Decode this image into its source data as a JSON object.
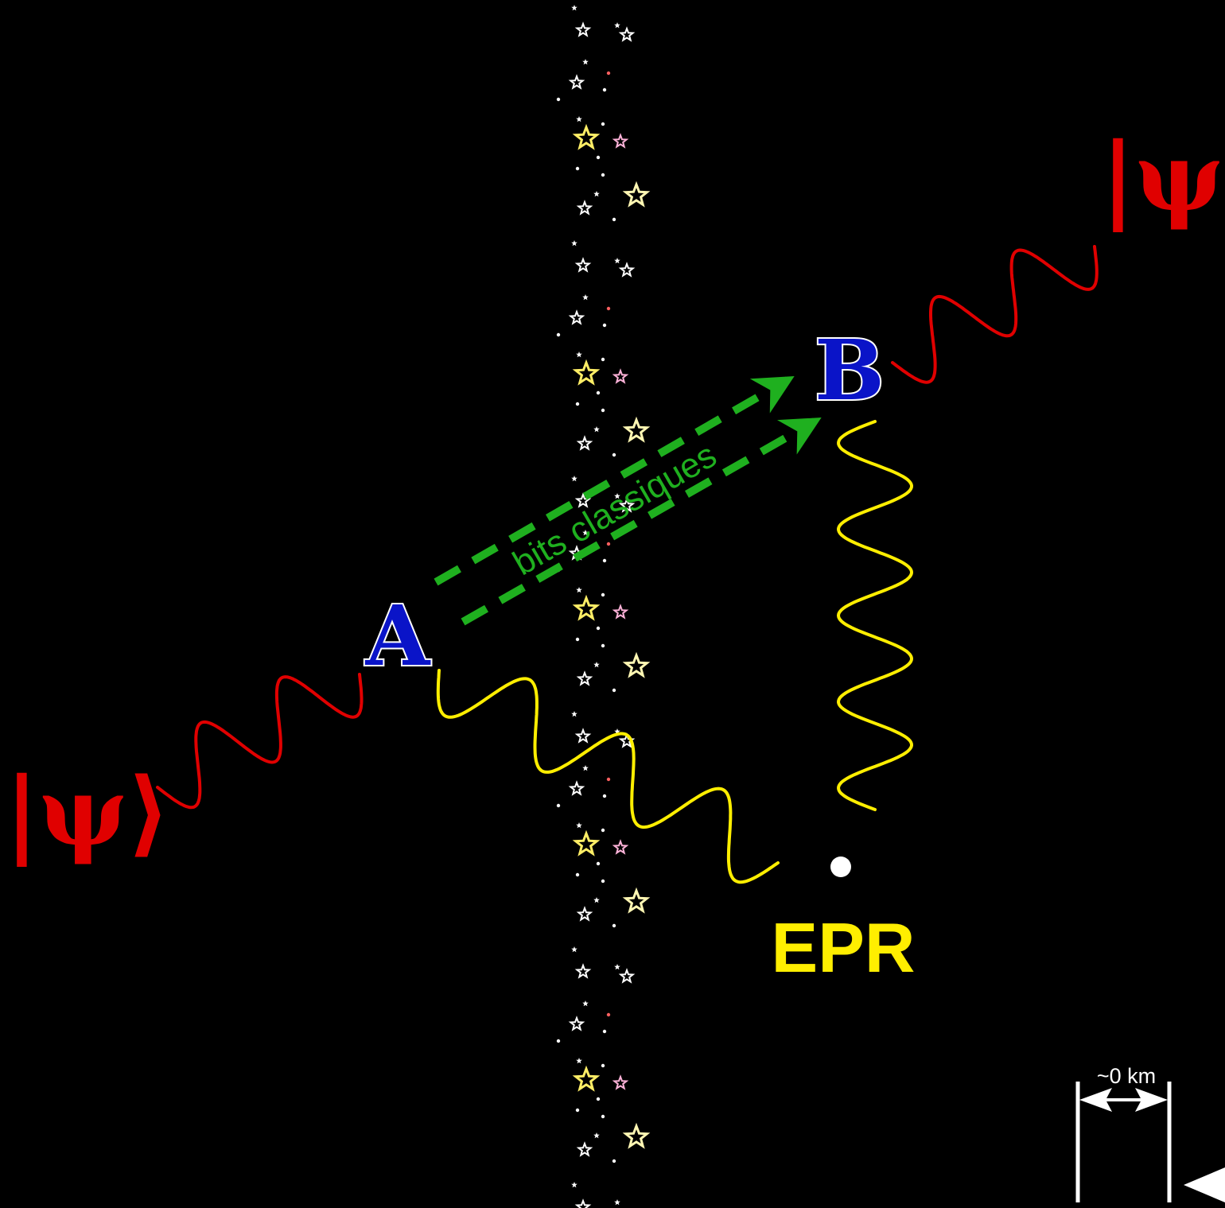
{
  "diagram": {
    "psi_input": "|ψ⟩",
    "psi_output": "|ψ⟩",
    "node_a": "A",
    "node_b": "B",
    "epr_source": "EPR",
    "classical_channel": "bits classiques",
    "scale_distance": "~0 km"
  },
  "colors": {
    "background": "#000000",
    "quantum_state": "#e00000",
    "entangled_photon": "#ffee00",
    "classical_bits": "#1fb01f",
    "node_fill": "#0a14c8",
    "node_outline": "#ffffff",
    "epr_point": "#ffffff",
    "stars": "#fff7b3",
    "scale": "#ffffff"
  },
  "icons": {
    "star_field": "star-icon",
    "epr_point": "dot-icon",
    "scale_arrows": "double-arrow-icon"
  }
}
